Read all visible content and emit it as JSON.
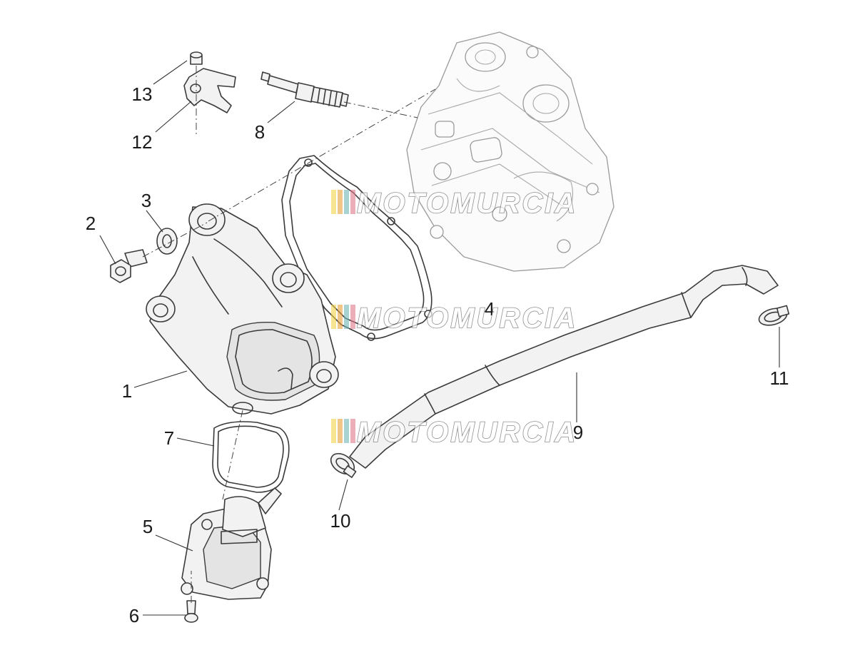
{
  "watermark": {
    "text": "MOTOMURCIA",
    "stripe_colors": [
      "#f2d54a",
      "#e8a33c",
      "#6fb7b5",
      "#e07a8a"
    ]
  },
  "callouts": [
    "1",
    "2",
    "3",
    "4",
    "5",
    "6",
    "7",
    "8",
    "9",
    "10",
    "11",
    "12",
    "13"
  ]
}
